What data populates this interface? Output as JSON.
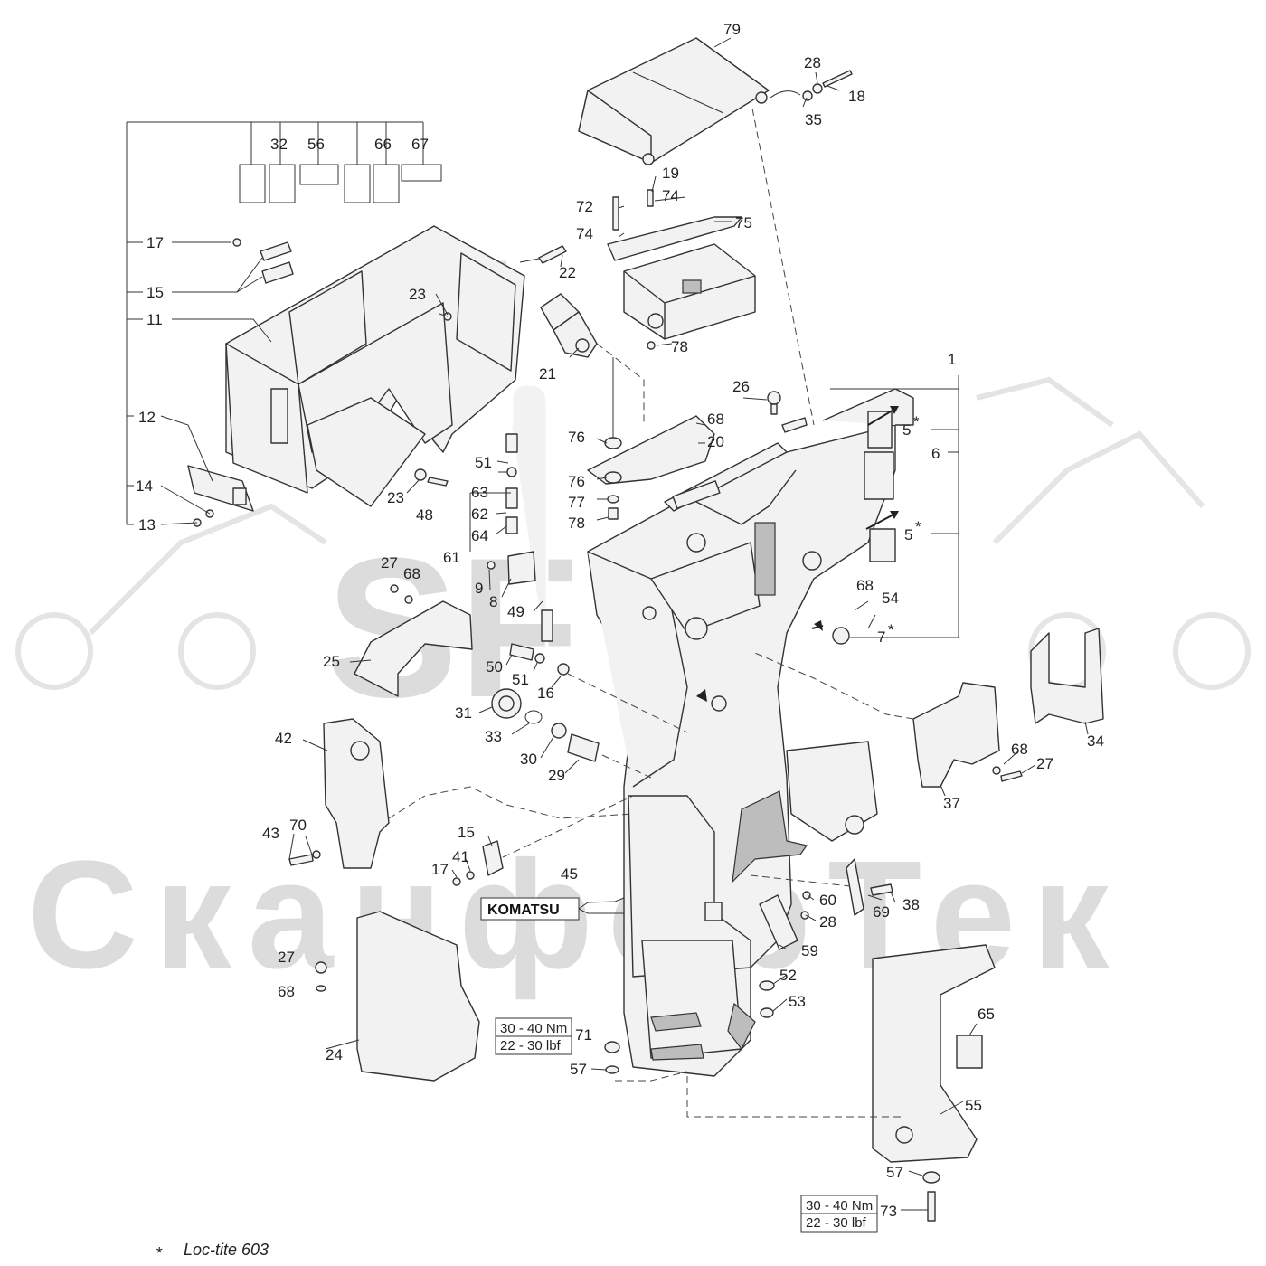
{
  "watermark": {
    "logo_letters": "SF",
    "text": "СканфорТек"
  },
  "brand_label": "KOMATSU",
  "torque_specs": [
    {
      "line1": "30 - 40 Nm",
      "line2": "22 - 30 lbf",
      "item": "71"
    },
    {
      "line1": "30 - 40 Nm",
      "line2": "22 - 30 lbf",
      "item": "73"
    }
  ],
  "footnote": {
    "symbol": "*",
    "text": "Loc-tite 603"
  },
  "callouts": {
    "c79": "79",
    "c28a": "28",
    "c18": "18",
    "c35": "35",
    "c32": "32",
    "c56": "56",
    "c66": "66",
    "c67": "67",
    "c19": "19",
    "c72": "72",
    "c74a": "74",
    "c74b": "74",
    "c75": "75",
    "c17a": "17",
    "c22": "22",
    "c15a": "15",
    "c23a": "23",
    "c11": "11",
    "c21": "21",
    "c78a": "78",
    "c1": "1",
    "c26": "26",
    "c76a": "76",
    "c68a": "68",
    "c20": "20",
    "c5a": "5",
    "c6": "6",
    "c12": "12",
    "c51a": "51",
    "c76b": "76",
    "c63": "63",
    "c14": "14",
    "c23b": "23",
    "c48": "48",
    "c62": "62",
    "c77": "77",
    "c78b": "78",
    "c13": "13",
    "c64": "64",
    "c5b": "5",
    "c61": "61",
    "c27a": "27",
    "c68b": "68",
    "c9": "9",
    "c8": "8",
    "c68c": "68",
    "c54": "54",
    "c49": "49",
    "c7": "7",
    "c25": "25",
    "c50": "50",
    "c51b": "51",
    "c16": "16",
    "c31": "31",
    "c33": "33",
    "c42": "42",
    "c30": "30",
    "c29": "29",
    "c68d": "68",
    "c27b": "27",
    "c34": "34",
    "c37": "37",
    "c43": "43",
    "c70": "70",
    "c15b": "15",
    "c41": "41",
    "c17b": "17",
    "c45": "45",
    "c60": "60",
    "c28b": "28",
    "c69": "69",
    "c38": "38",
    "c27c": "27",
    "c68e": "68",
    "c59": "59",
    "c52": "52",
    "c53": "53",
    "c65": "65",
    "c24": "24",
    "c71": "71",
    "c57a": "57",
    "c55": "55",
    "c57b": "57",
    "c73": "73"
  },
  "asterisks": {
    "a5a": "*",
    "a5b": "*",
    "a7": "*"
  }
}
